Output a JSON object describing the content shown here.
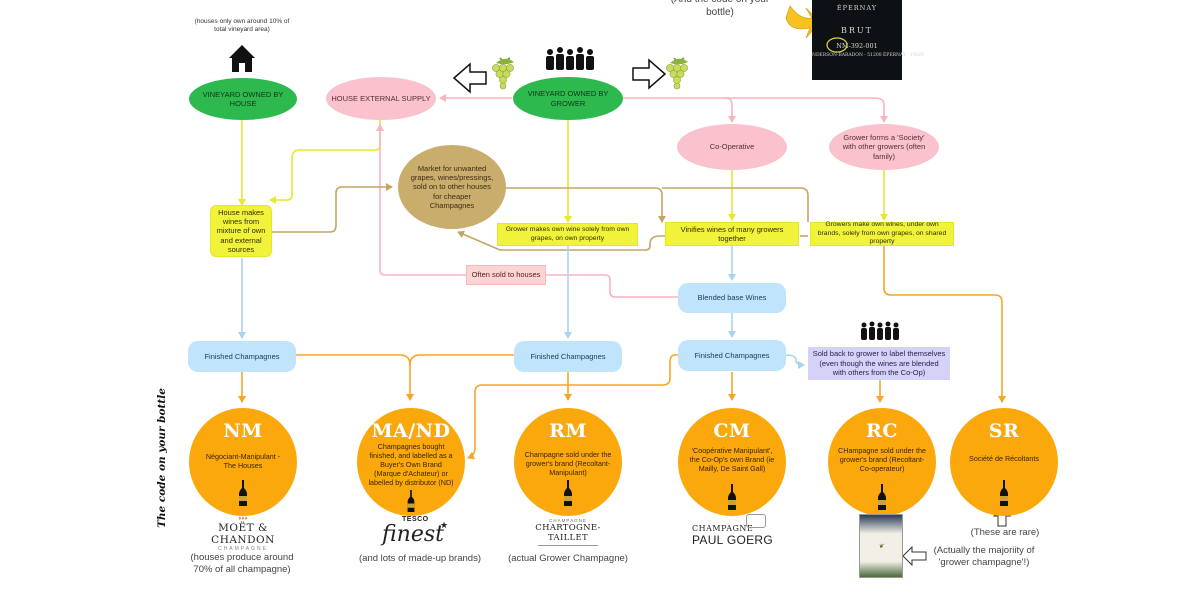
{
  "top_notes": {
    "houses_vineyard": "(houses only own around 10% of total vineyard area)",
    "code_on_bottle": "(And the code on your bottle)"
  },
  "photo_label": {
    "line1": "ÉPERNAY",
    "line2": "BRUT",
    "line3": "NM-392-001",
    "line4": "NDERSON-BARADON - 51200 ÉPERNAY - FRAN"
  },
  "nodes": {
    "vineyard_house": "VINEYARD OWNED BY HOUSE",
    "house_external": "HOUSE EXTERNAL SUPPLY",
    "vineyard_grower": "VINEYARD OWNED BY GROWER",
    "cooperative": "Co-Operative",
    "society": "Grower forms a 'Society' with other growers (often family)",
    "market": "Market for unwanted grapes, wines/pressings, sold on to other houses for cheaper Champagnes",
    "house_makes": "House makes wines from mixture of own and external sources",
    "grower_makes": "Grower makes own wine solely from own grapes, on own property",
    "vinifies": "Vinifies wines of many growers together",
    "growers_make": "Growers make own wines, under own brands, solely from own grapes, on shared property",
    "often_sold": "Often sold to houses",
    "blended": "Blended base Wines",
    "finished_1": "Finished Champagnes",
    "finished_2": "Finished Champagnes",
    "finished_3": "Finished Champagnes",
    "sold_back": "Sold back to grower to label themselves (even though the wines are blended with others from the Co-Op)"
  },
  "codes": [
    {
      "code": "NM",
      "desc": "Négociant-Manipulant - The Houses"
    },
    {
      "code": "MA/ND",
      "desc": "Champagnes bought finished, and labelled as a Buyer's Own Brand (Marque d'Achateur) or labelled by distributor (ND)"
    },
    {
      "code": "RM",
      "desc": "Champagne sold under the grower's brand (Recoltant-Manipulant)"
    },
    {
      "code": "CM",
      "desc": "'Coopérative Manipulant', the Co-Op's own Brand (ie Mailly, De Saint Gall)"
    },
    {
      "code": "RC",
      "desc": "CHampagne sold under the grower's brand (Recoltant-Co-operateur)"
    },
    {
      "code": "SR",
      "desc": "Société de Récoltants"
    }
  ],
  "side_title": "The code on your bottle",
  "logos": {
    "moet_main": "MOËT & CHANDON",
    "moet_sub": "CHAMPAGNE",
    "tesco": "TESCO",
    "finest": "finest",
    "chartogne_top": "CHAMPAGNE",
    "chartogne_main": "CHARTOGNE-TAILLET",
    "goerg_top": "CHAMPAGNE",
    "goerg_main": "PAUL GOERG"
  },
  "bottom_notes": {
    "houses": "(houses produce around 70% of all champagne)",
    "made_up": "(and lots of made-up brands)",
    "actual": "(actual Grower Champagne)",
    "rare": "(These are rare)",
    "majority": "(Actually the majoriity of 'grower champagne'!)"
  },
  "colors": {
    "green": "#2db94d",
    "pink": "#fac2cc",
    "tan": "#c9ad6d",
    "yellow": "#f1f33a",
    "blue": "#bfe4fb",
    "orange": "#fba80c",
    "lavender": "#d5d2f7",
    "arrow_orange": "#f5a623",
    "arrow_pink": "#f7b3c0",
    "arrow_blue": "#a8d4f2",
    "arrow_tan": "#c4a563",
    "arrow_yellow": "#e8e830"
  }
}
